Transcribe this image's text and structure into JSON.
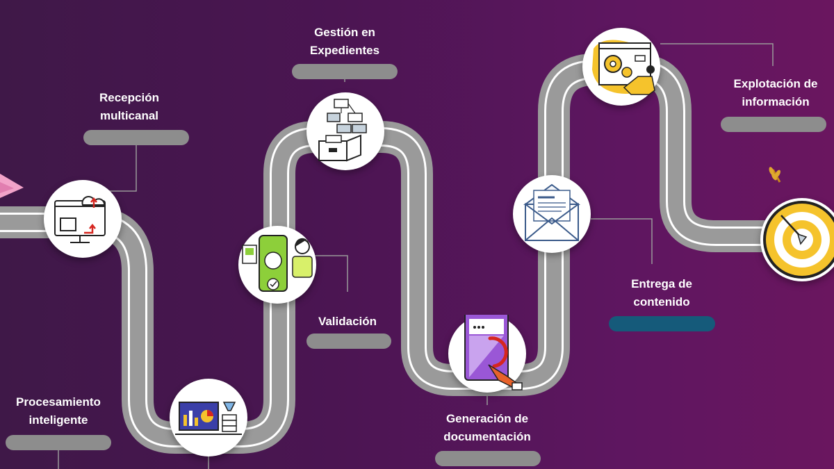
{
  "steps": [
    {
      "id": "recepcion",
      "label_line1": "Recepción",
      "label_line2": "multicanal",
      "icon": "upload-cloud-monitor-icon"
    },
    {
      "id": "procesamiento",
      "label_line1": "Procesamiento",
      "label_line2": "inteligente",
      "icon": "analytics-dashboard-icon"
    },
    {
      "id": "validacion",
      "label_line1": "Validación",
      "label_line2": "",
      "icon": "identity-verification-icon"
    },
    {
      "id": "gestion",
      "label_line1": "Gestión en",
      "label_line2": "Expedientes",
      "icon": "file-box-flowchart-icon"
    },
    {
      "id": "generacion",
      "label_line1": "Generación de",
      "label_line2": "documentación",
      "icon": "document-tap-icon"
    },
    {
      "id": "entrega",
      "label_line1": "Entrega de",
      "label_line2": "contenido",
      "icon": "envelope-document-icon"
    },
    {
      "id": "explotacion",
      "label_line1": "Explotación de",
      "label_line2": "información",
      "icon": "gears-robot-icon"
    },
    {
      "id": "meta",
      "label_line1": "",
      "label_line2": "",
      "icon": "target-arrow-icon"
    }
  ],
  "colors": {
    "background_left": "#3f1848",
    "background_right": "#6a165f",
    "road": "#9a9a9a",
    "road_stripe": "#ffffff",
    "label_bar": "#8d8d8d",
    "accent_blue": "#155a7a",
    "accent_yellow": "#f5c32c",
    "accent_purple": "#9a57d6",
    "accent_green": "#8dcf3a",
    "accent_red": "#d6261f"
  }
}
